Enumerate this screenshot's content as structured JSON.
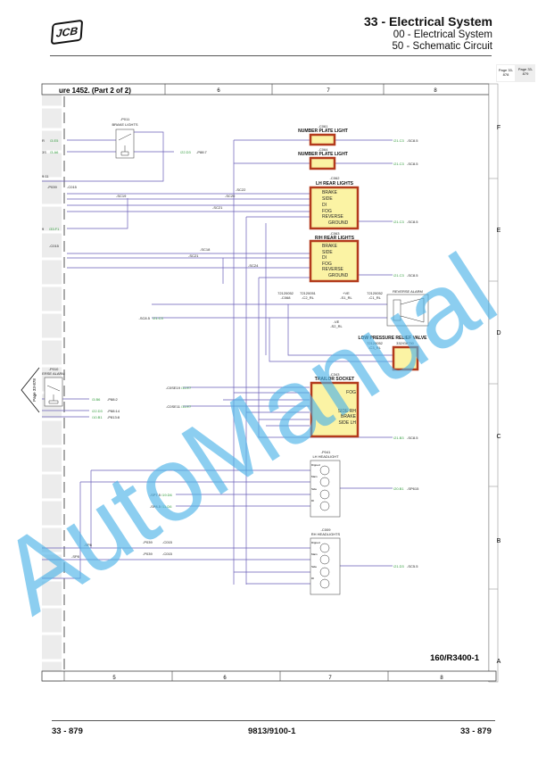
{
  "header": {
    "logo": "JCB",
    "title": "33 - Electrical System",
    "subtitle1": "00 - Electrical System",
    "subtitle2": "50 - Schematic Circuit"
  },
  "page_tabs": [
    {
      "label": "Page 33-878"
    },
    {
      "label": "Page 33-879"
    }
  ],
  "figure_title": "ure 1452. (Part 2 of 2)",
  "columns_top": [
    "6",
    "7",
    "8"
  ],
  "columns_bottom": [
    "5",
    "6",
    "7",
    "8"
  ],
  "rows": [
    "F",
    "E",
    "D",
    "C",
    "B",
    "A"
  ],
  "side_tab": "Page 33-878",
  "components": {
    "brake_lights": {
      "id": "-P011",
      "name": "BRAKE LIGHTS"
    },
    "number_plate_1": {
      "id": "-C061",
      "name": "NUMBER PLATE LIGHT"
    },
    "number_plate_2": {
      "id": "-C064",
      "name": "NUMBER PLATE LIGHT"
    },
    "lh_rear": {
      "id": "-C062",
      "name": "LH REAR LIGHTS",
      "pins": [
        "BRAKE",
        "SIDE",
        "DI",
        "FOG",
        "REVERSE",
        "GROUND"
      ]
    },
    "rh_rear": {
      "id": "-C063",
      "name": "R/H REAR LIGHTS",
      "pins": [
        "BRAKE",
        "SIDE",
        "DI",
        "FOG",
        "REVERSE",
        "GROUND"
      ]
    },
    "reverse_alarm": {
      "name": "REVERSE ALARM",
      "c068": "-C068",
      "c068_part": "72120052",
      "c2": "-C2_RL",
      "c2_part": "72120051",
      "s1": "-S1_RL",
      "s1_pol": "+VE",
      "c1": "-C1_RL",
      "c1_part": "72120052",
      "s2": "-S2_RL",
      "s2_pol": "-VE"
    },
    "relief_valve": {
      "name": "LOW PRESSURE RELIEF VALVE",
      "c3": "-C3_RL",
      "c3_part": "72120052",
      "part": "332/G8750"
    },
    "trailor_socket": {
      "id": "-C343",
      "name": "TRAILOR SOCKET",
      "pins": [
        "FOG",
        "SIDE RH",
        "BRAKE",
        "SIDE LH"
      ]
    },
    "reverse_alarm_relay": {
      "id": "-P010",
      "name": "ERSE ALARM"
    },
    "lh_headlight": {
      "id": "-P041",
      "name": "LH HEADLIGHT",
      "lamps": [
        "Dipped",
        "Main",
        "Side",
        "DI"
      ]
    },
    "rh_headlight": {
      "id": "-C009",
      "name": "RH HEADLIGHTS",
      "lamps": [
        "Dipped",
        "Main",
        "Side",
        "DI"
      ]
    }
  },
  "refs": {
    "r1": {
      "pre": "R",
      "ref": "/3.E5"
    },
    "r2": {
      "pre": "3S",
      "ref": "/3.A6"
    },
    "r3": {
      "ref": "/22.D3",
      "post": "-P88:7"
    },
    "r4": {
      "pre": "9",
      "ref": "/33.F1"
    },
    "r5": {
      "pre": "-SC8.5",
      "ref": "/21.C3"
    },
    "r6": {
      "pre": "-C0SE19",
      "ref": "/11.E7"
    },
    "r7": {
      "pre": "-C0SE11",
      "ref": "/11.E7"
    },
    "r8": {
      "ref": "/3.B6",
      "post": "-P88:2"
    },
    "r9": {
      "ref": "/22.D3",
      "post": "-P88:14"
    },
    "r10": {
      "ref": "/10.B1",
      "post": "-P813:8"
    },
    "r11": {
      "pre": "-SP7.5",
      "ref": "/19.D6"
    },
    "r12": {
      "pre": "-SP8.5",
      "ref": "/11.D6"
    },
    "np1": {
      "ref": "/21.C3",
      "post": "-SC8.5"
    },
    "np2": {
      "ref": "/21.C3",
      "post": "-SC8.5"
    },
    "lh": {
      "ref": "/21.C3",
      "post": "-SC8.5"
    },
    "rh": {
      "ref": "/21.C3",
      "post": "-SC8.5"
    },
    "ts": {
      "ref": "/21.B3",
      "post": "-SC8.5"
    },
    "hl": {
      "ref": "/20.B1",
      "post": "-SP615"
    },
    "hr": {
      "ref": "/21.D3",
      "post": "-SC5.5"
    }
  },
  "connectors": {
    "p039": "-P039",
    "c015": "-C015",
    "sp8": "-SP8",
    "misc": "9:11"
  },
  "splices": [
    "-SC19",
    "-SC20",
    "-SC22",
    "-SC21",
    "-SC18",
    "-SC21",
    "-SC24"
  ],
  "drawing_number": "160/R3400-1",
  "watermark": "AutoManual",
  "footer": {
    "left": "33 - 879",
    "center": "9813/9100-1",
    "right": "33 - 879"
  }
}
